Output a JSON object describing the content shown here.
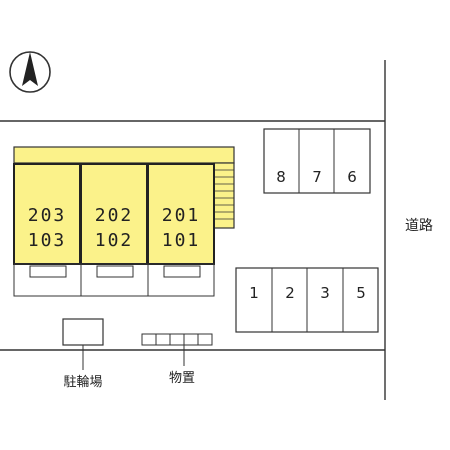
{
  "colors": {
    "building_fill": "#fbf28a",
    "line": "#333333",
    "background": "#ffffff"
  },
  "compass": {
    "icon": "north-arrow-icon"
  },
  "building": {
    "units": [
      {
        "upper": "203",
        "lower": "103"
      },
      {
        "upper": "202",
        "lower": "102"
      },
      {
        "upper": "201",
        "lower": "101"
      }
    ]
  },
  "parking_top": [
    "8",
    "7",
    "6"
  ],
  "parking_bottom": [
    "1",
    "2",
    "3",
    "5"
  ],
  "labels": {
    "road": "道路",
    "bicycle_parking": "駐輪場",
    "storage": "物置"
  }
}
